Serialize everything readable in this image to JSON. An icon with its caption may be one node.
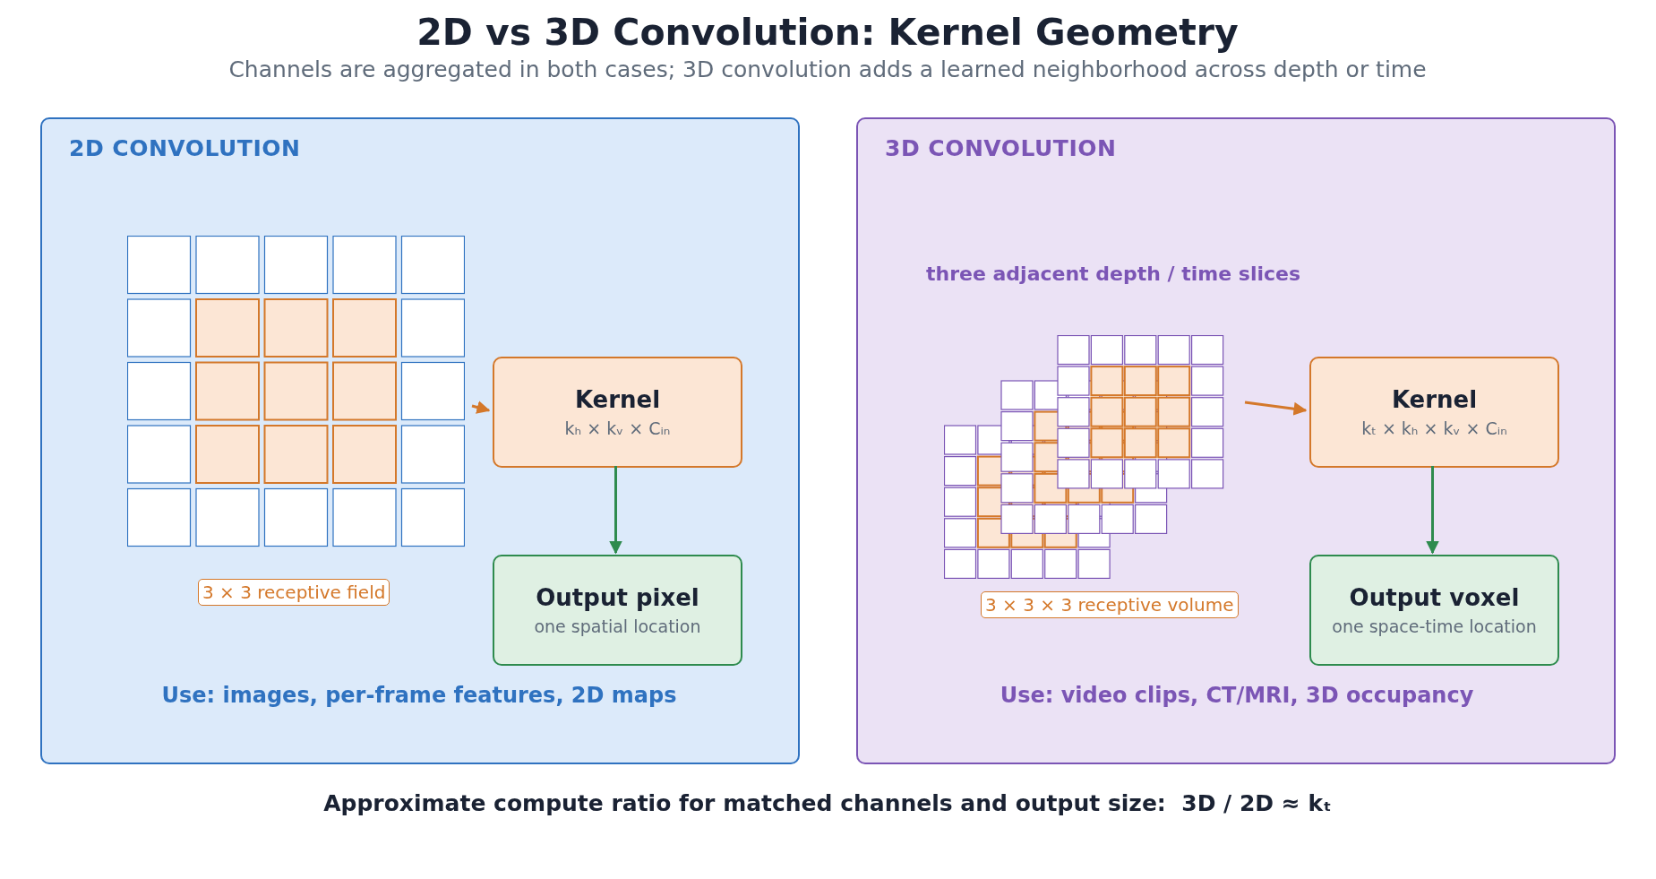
{
  "diagram": {
    "title": "2D vs 3D Convolution: Kernel Geometry",
    "nodes": [
      {
        "text": [
          "2D CONVOLUTION"
        ]
      },
      {
        "text": [],
        "shape": "picture",
        "in": 0
      },
      {
        "text": [
          "Kernel",
          "kₕ × kᵥ × Cᵢₙ"
        ],
        "in": 0
      },
      {
        "text": [
          "Output pixel",
          "one spatial location"
        ],
        "in": 0
      },
      {
        "text": [
          "3 × 3 receptive field"
        ],
        "in": 0
      },
      {
        "text": [
          "3D CONVOLUTION"
        ]
      },
      {
        "text": [],
        "shape": "picture",
        "in": 5
      },
      {
        "text": [
          "Kernel",
          "kₜ × kₕ × kᵥ × Cᵢₙ"
        ],
        "in": 5
      },
      {
        "text": [
          "Output voxel",
          "one space-time location"
        ],
        "in": 5
      },
      {
        "text": [
          "3 × 3 × 3 receptive volume"
        ],
        "in": 5
      }
    ],
    "edges": [
      {
        "from": 1,
        "to": 2,
        "arrow": "to",
        "color": "#d4782a"
      },
      {
        "from": 2,
        "to": 3,
        "arrow": "to",
        "color": "#2e8b4e"
      },
      {
        "from": 6,
        "to": 7,
        "arrow": "to",
        "color": "#d4782a"
      },
      {
        "from": 7,
        "to": 8,
        "arrow": "to",
        "color": "#2e8b4e"
      }
    ],
    "labels": [
      "Channels are aggregated in both cases; 3D convolution adds a learned neighborhood across depth or time",
      "three adjacent depth / time slices",
      "Use: images, per-frame features, 2D maps",
      "Use: video clips, CT/MRI, 3D occupancy",
      "Approximate compute ratio for matched channels and output size:  3D / 2D ≈ kₜ"
    ]
  }
}
